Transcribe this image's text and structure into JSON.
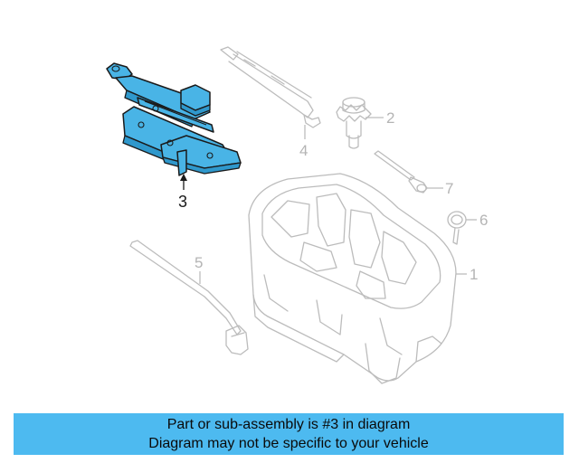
{
  "diagram": {
    "callouts": [
      {
        "id": "1",
        "label": "1",
        "highlighted": false
      },
      {
        "id": "2",
        "label": "2",
        "highlighted": false
      },
      {
        "id": "3",
        "label": "3",
        "highlighted": true
      },
      {
        "id": "4",
        "label": "4",
        "highlighted": false
      },
      {
        "id": "5",
        "label": "5",
        "highlighted": false
      },
      {
        "id": "6",
        "label": "6",
        "highlighted": false
      },
      {
        "id": "7",
        "label": "7",
        "highlighted": false
      }
    ],
    "highlight_color": "#49b4e6",
    "ghost_color": "#bcbcbc"
  },
  "banner": {
    "line1": "Part or sub-assembly is #3 in diagram",
    "line2": "Diagram may not be specific to your vehicle",
    "background": "#4dbaf0"
  }
}
